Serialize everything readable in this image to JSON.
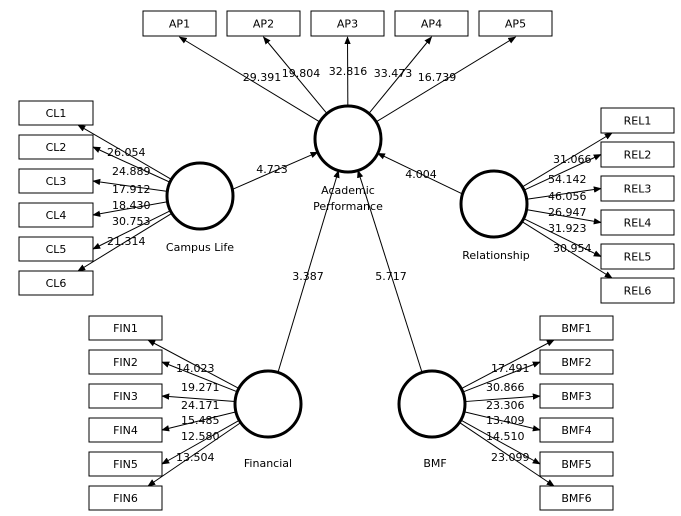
{
  "constructs": {
    "academic_performance": {
      "label_line1": "Academic",
      "label_line2": "Performance"
    },
    "campus_life": {
      "label": "Campus Life"
    },
    "relationship": {
      "label": "Relationship"
    },
    "financial": {
      "label": "Financial"
    },
    "bmf": {
      "label": "BMF"
    }
  },
  "indicators": {
    "ap": [
      {
        "label": "AP1",
        "weight": "29.391"
      },
      {
        "label": "AP2",
        "weight": "19.804"
      },
      {
        "label": "AP3",
        "weight": "32.816"
      },
      {
        "label": "AP4",
        "weight": "33.473"
      },
      {
        "label": "AP5",
        "weight": "16.739"
      }
    ],
    "cl": [
      {
        "label": "CL1",
        "weight": "26.054"
      },
      {
        "label": "CL2",
        "weight": "24.889"
      },
      {
        "label": "CL3",
        "weight": "17.912"
      },
      {
        "label": "CL4",
        "weight": "18.430"
      },
      {
        "label": "CL5",
        "weight": "30.753"
      },
      {
        "label": "CL6",
        "weight": "21.314"
      }
    ],
    "rel": [
      {
        "label": "REL1",
        "weight": "31.066"
      },
      {
        "label": "REL2",
        "weight": "54.142"
      },
      {
        "label": "REL3",
        "weight": "46.056"
      },
      {
        "label": "REL4",
        "weight": "26.947"
      },
      {
        "label": "REL5",
        "weight": "31.923"
      },
      {
        "label": "REL6",
        "weight": "30.954"
      }
    ],
    "fin": [
      {
        "label": "FIN1",
        "weight": "14.023"
      },
      {
        "label": "FIN2",
        "weight": "19.271"
      },
      {
        "label": "FIN3",
        "weight": "24.171"
      },
      {
        "label": "FIN4",
        "weight": "15.485"
      },
      {
        "label": "FIN5",
        "weight": "12.580"
      },
      {
        "label": "FIN6",
        "weight": "13.504"
      }
    ],
    "bmf": [
      {
        "label": "BMF1",
        "weight": "17.491"
      },
      {
        "label": "BMF2",
        "weight": "30.866"
      },
      {
        "label": "BMF3",
        "weight": "23.306"
      },
      {
        "label": "BMF4",
        "weight": "13.409"
      },
      {
        "label": "BMF5",
        "weight": "14.510"
      },
      {
        "label": "BMF6",
        "weight": "23.099"
      }
    ]
  },
  "paths": {
    "campus_life_to_ap": "4.723",
    "relationship_to_ap": "4.004",
    "financial_to_ap": "3.387",
    "bmf_to_ap": "5.717"
  }
}
